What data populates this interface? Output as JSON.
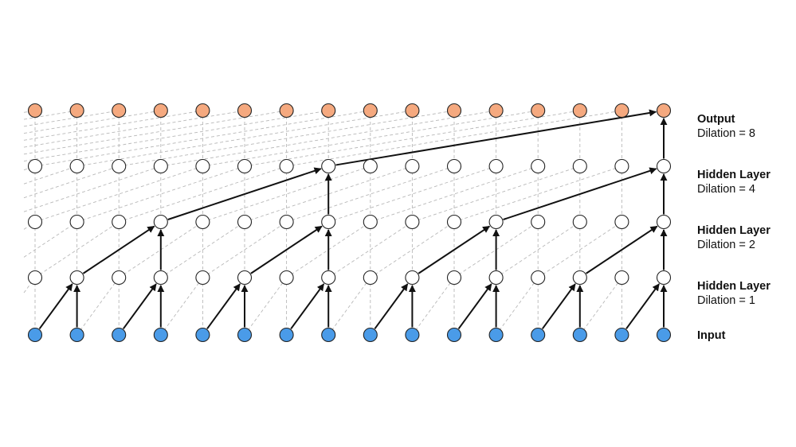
{
  "diagram": {
    "node_count": 16,
    "colors": {
      "output_fill": "#f5a97f",
      "input_fill": "#4a9be8",
      "hidden_fill": "#ffffff",
      "node_stroke": "#222222",
      "arrow": "#111111",
      "guide_line": "#b8b8b8"
    },
    "layers": [
      {
        "key": "output",
        "name": "Output",
        "dilation": "Dilation = 8"
      },
      {
        "key": "hidden4",
        "name": "Hidden Layer",
        "dilation": "Dilation = 4"
      },
      {
        "key": "hidden2",
        "name": "Hidden Layer",
        "dilation": "Dilation = 2"
      },
      {
        "key": "hidden1",
        "name": "Hidden Layer",
        "dilation": "Dilation = 1"
      },
      {
        "key": "input",
        "name": "Input",
        "dilation": ""
      }
    ]
  }
}
